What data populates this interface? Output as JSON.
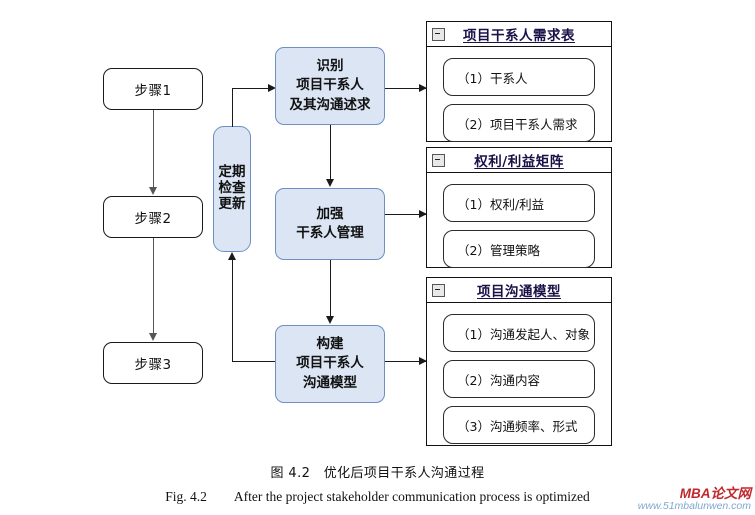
{
  "diagram": {
    "left_column": {
      "steps": [
        {
          "label": "步骤1"
        },
        {
          "label": "步骤2"
        },
        {
          "label": "步骤3"
        }
      ]
    },
    "feedback_box": {
      "name": "定期检查更新",
      "lines": [
        "定期",
        "检查",
        "更新"
      ]
    },
    "process_column": [
      {
        "id": "identify",
        "lines": [
          "识别",
          "项目干系人",
          "及其沟通述求"
        ]
      },
      {
        "id": "strengthen",
        "lines": [
          "加强",
          "干系人管理"
        ]
      },
      {
        "id": "build",
        "lines": [
          "构建",
          "项目干系人",
          "沟通模型"
        ]
      }
    ],
    "output_groups": [
      {
        "id": "stakeholder-requirement-table",
        "title": "项目干系人需求表",
        "collapse_icon": "minus-square-icon",
        "items": [
          "（1）干系人",
          "（2）项目干系人需求"
        ]
      },
      {
        "id": "power-interest-matrix",
        "title": "权利/利益矩阵",
        "collapse_icon": "minus-square-icon",
        "items": [
          "（1）权利/利益",
          "（2）管理策略"
        ]
      },
      {
        "id": "project-communication-model",
        "title": "项目沟通模型",
        "collapse_icon": "minus-square-icon",
        "items": [
          "（1）沟通发起人、对象",
          "（2）沟通内容",
          "（3）沟通频率、形式"
        ]
      }
    ]
  },
  "caption": {
    "chinese": "图 4.2　优化后项目干系人沟通过程",
    "english": "Fig. 4.2　　After the project stakeholder communication process is optimized"
  },
  "watermark": {
    "main": "MBA论文网",
    "sub": "www.51mbalunwen.com"
  },
  "colors": {
    "process_fill": "#dbe5f4",
    "process_border": "#6f8ec4",
    "group_title": "#1a1147",
    "line": "#1a1a1a",
    "watermark_main": "#c0282d",
    "watermark_sub": "#7fa8cf"
  }
}
